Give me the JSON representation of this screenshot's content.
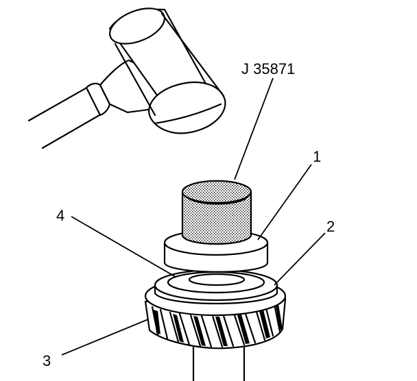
{
  "callouts": {
    "tool": "J 35871",
    "c1": "1",
    "c2": "2",
    "c3": "3",
    "c4": "4"
  }
}
